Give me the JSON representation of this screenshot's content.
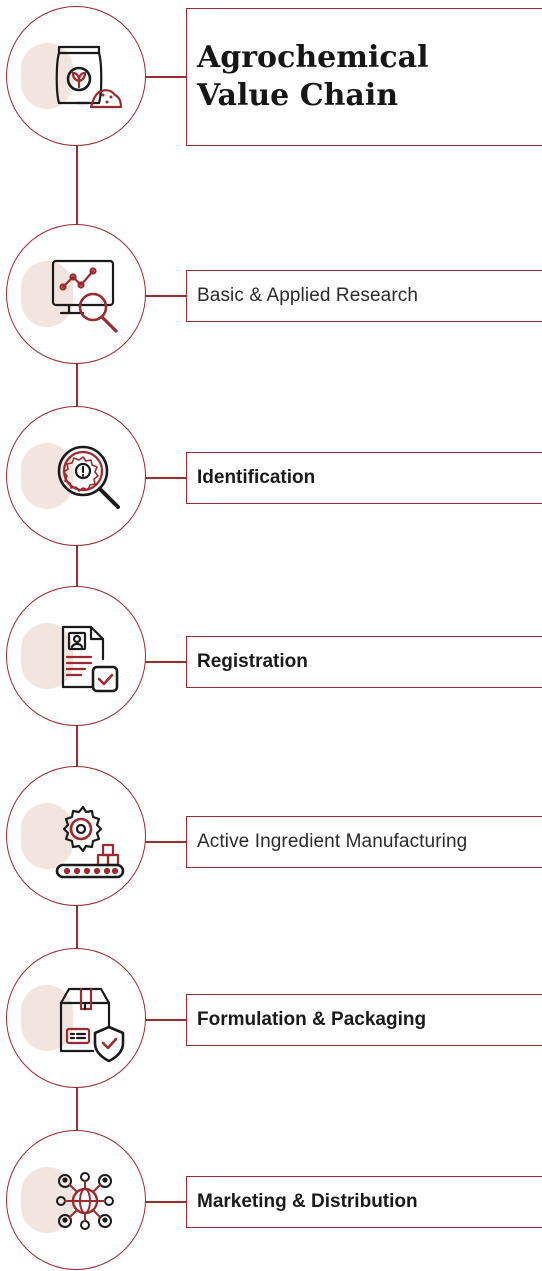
{
  "title": "Agrochemical Value Chain",
  "title_lines": [
    "Agrochemical",
    "Value Chain"
  ],
  "colors": {
    "accent": "#9b2b2f",
    "blob": "#f2e5df",
    "text": "#1a1a1a",
    "background": "#ffffff"
  },
  "steps": [
    {
      "label": "Basic & Applied Research",
      "icon": "data-analysis-icon"
    },
    {
      "label": "Identification",
      "icon": "gear-magnifier-icon"
    },
    {
      "label": "Registration",
      "icon": "document-approval-icon"
    },
    {
      "label": "Active Ingredient Manufacturing",
      "icon": "manufacturing-conveyor-icon"
    },
    {
      "label": "Formulation & Packaging",
      "icon": "package-shield-icon"
    },
    {
      "label": "Marketing & Distribution",
      "icon": "global-network-icon"
    }
  ],
  "header_icon": "fertilizer-bag-icon"
}
